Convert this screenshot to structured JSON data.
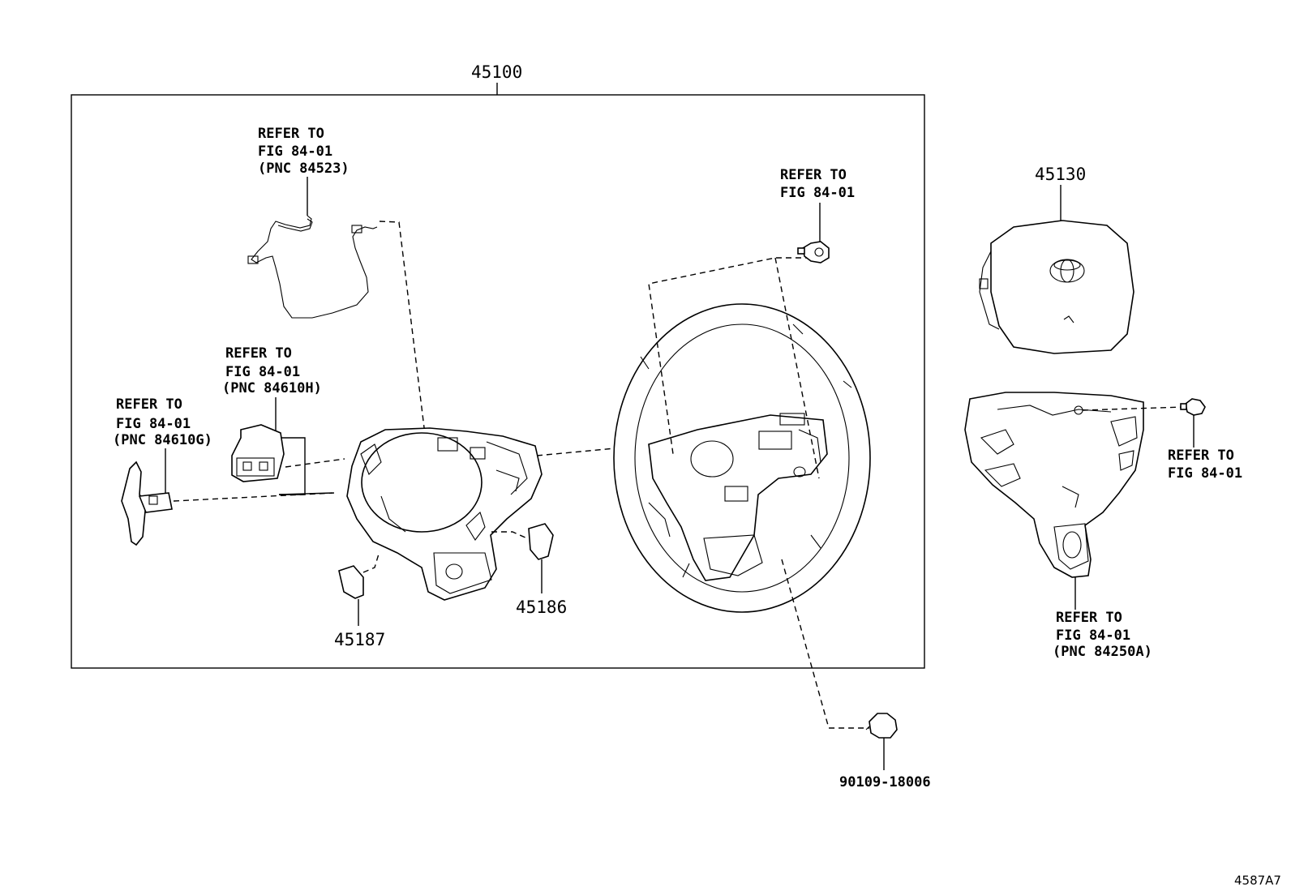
{
  "assembly": {
    "number": "45100"
  },
  "callouts": {
    "wire_refer": [
      "REFER TO",
      "FIG 84-01",
      "(PNC 84523)"
    ],
    "switch_h_refer": [
      "REFER TO",
      "FIG 84-01",
      "(PNC 84610H)"
    ],
    "switch_g_refer": [
      "REFER TO",
      "FIG 84-01",
      "(PNC 84610G)"
    ],
    "wheel_screw_refer": [
      "REFER TO",
      "FIG 84-01"
    ],
    "pad_screw_refer": [
      "REFER TO",
      "FIG 84-01"
    ],
    "switch_a_refer": [
      "REFER TO",
      "FIG 84-01",
      "(PNC 84250A)"
    ]
  },
  "parts": {
    "airbag": "45130",
    "cover_lower": "45186",
    "cover_left": "45187",
    "nut": "90109-18006"
  },
  "figure_id": "4587A7"
}
